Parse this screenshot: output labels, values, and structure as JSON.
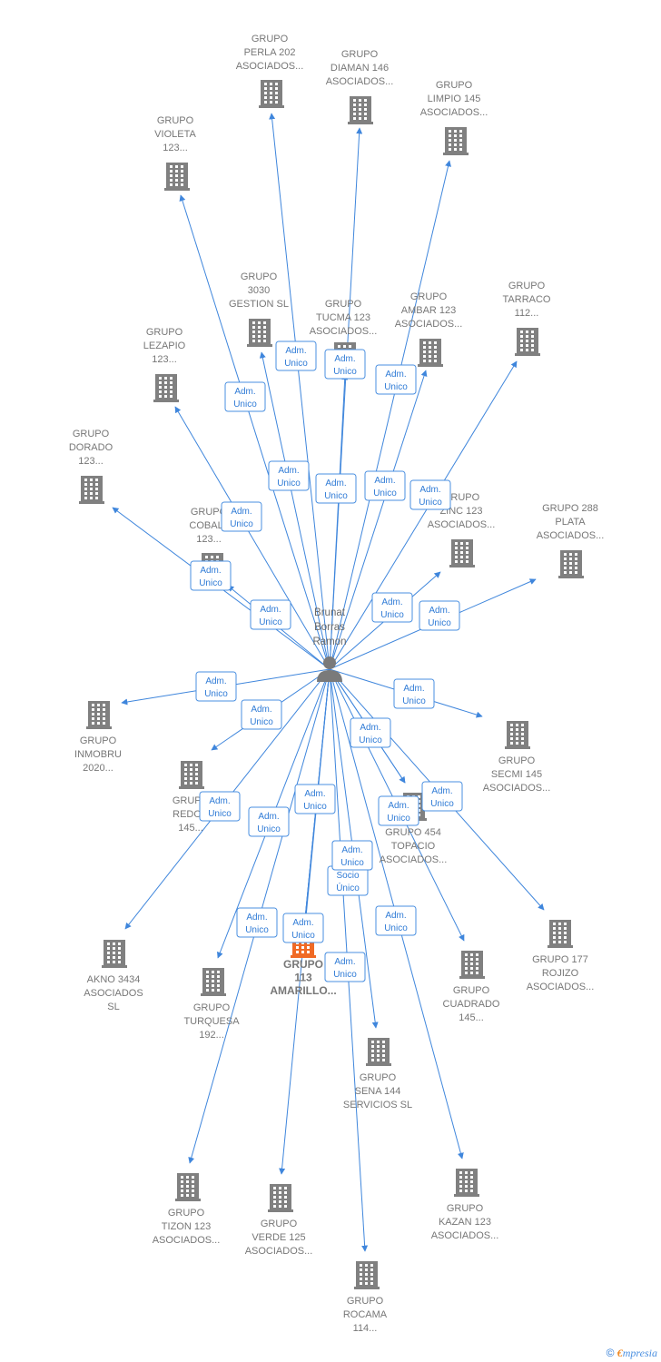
{
  "colors": {
    "edge": "#3f86dc",
    "building": "#808080",
    "highlight": "#f06a25",
    "person": "#7a7a7a"
  },
  "center": {
    "label": [
      "Brunat",
      "Borras",
      "Ramon"
    ]
  },
  "nodes": [
    {
      "id": "perla",
      "lines": [
        "GRUPO",
        "PERLA 202",
        "ASOCIADOS..."
      ]
    },
    {
      "id": "diaman",
      "lines": [
        "GRUPO",
        "DIAMAN 146",
        "ASOCIADOS..."
      ]
    },
    {
      "id": "limpio",
      "lines": [
        "GRUPO",
        "LIMPIO 145",
        "ASOCIADOS..."
      ]
    },
    {
      "id": "violeta",
      "lines": [
        "GRUPO",
        "VIOLETA",
        "123..."
      ]
    },
    {
      "id": "g3030",
      "lines": [
        "GRUPO",
        "3030",
        "GESTION  SL"
      ]
    },
    {
      "id": "tucma",
      "lines": [
        "GRUPO",
        "TUCMA 123",
        "ASOCIADOS..."
      ]
    },
    {
      "id": "ambar",
      "lines": [
        "GRUPO",
        "AMBAR 123",
        "ASOCIADOS..."
      ]
    },
    {
      "id": "tarraco",
      "lines": [
        "GRUPO",
        "TARRACO",
        "112..."
      ]
    },
    {
      "id": "lezapio",
      "lines": [
        "GRUPO",
        "LEZAPIO",
        "123..."
      ]
    },
    {
      "id": "dorado",
      "lines": [
        "GRUPO",
        "DORADO",
        "123..."
      ]
    },
    {
      "id": "cobalt",
      "lines": [
        "GRUPO",
        "COBALT",
        "123..."
      ]
    },
    {
      "id": "zinc",
      "lines": [
        "GRUPO",
        "ZINC 123",
        "ASOCIADOS..."
      ]
    },
    {
      "id": "plata",
      "lines": [
        "GRUPO 288",
        "PLATA",
        "ASOCIADOS..."
      ]
    },
    {
      "id": "inmobru",
      "lines": [
        "GRUPO",
        "INMOBRU",
        "2020..."
      ]
    },
    {
      "id": "secmi",
      "lines": [
        "GRUPO",
        "SECMI 145",
        "ASOCIADOS..."
      ]
    },
    {
      "id": "redon",
      "lines": [
        "GRUPO",
        "REDON",
        "145..."
      ]
    },
    {
      "id": "topacio",
      "lines": [
        "GRUPO 454",
        "TOPACIO",
        "ASOCIADOS..."
      ]
    },
    {
      "id": "akno",
      "lines": [
        "AKNO 3434",
        "ASOCIADOS",
        "SL"
      ]
    },
    {
      "id": "amarillo",
      "lines": [
        "GRUPO",
        "113",
        "AMARILLO..."
      ],
      "highlight": true
    },
    {
      "id": "rojizo",
      "lines": [
        "GRUPO 177",
        "ROJIZO",
        "ASOCIADOS..."
      ]
    },
    {
      "id": "turquesa",
      "lines": [
        "GRUPO",
        "TURQUESA",
        "192..."
      ]
    },
    {
      "id": "cuadrado",
      "lines": [
        "GRUPO",
        "CUADRADO",
        "145..."
      ]
    },
    {
      "id": "sena",
      "lines": [
        "GRUPO",
        "SENA 144",
        "SERVICIOS  SL"
      ]
    },
    {
      "id": "tizon",
      "lines": [
        "GRUPO",
        "TIZON 123",
        "ASOCIADOS..."
      ]
    },
    {
      "id": "verde",
      "lines": [
        "GRUPO",
        "VERDE 125",
        "ASOCIADOS..."
      ]
    },
    {
      "id": "kazan",
      "lines": [
        "GRUPO",
        "KAZAN 123",
        "ASOCIADOS..."
      ]
    },
    {
      "id": "rocama",
      "lines": [
        "GRUPO",
        "ROCAMA",
        "114..."
      ]
    }
  ],
  "relations": [
    {
      "target": "perla",
      "lines": [
        "Adm.",
        "Unico"
      ]
    },
    {
      "target": "diaman",
      "lines": [
        "Adm.",
        "Unico"
      ]
    },
    {
      "target": "limpio",
      "lines": [
        "Adm.",
        "Unico"
      ]
    },
    {
      "target": "violeta",
      "lines": [
        "Adm.",
        "Unico"
      ]
    },
    {
      "target": "g3030",
      "lines": [
        "Adm.",
        "Unico"
      ]
    },
    {
      "target": "tucma",
      "lines": [
        "Adm.",
        "Unico"
      ]
    },
    {
      "target": "ambar",
      "lines": [
        "Adm.",
        "Unico"
      ]
    },
    {
      "target": "tarraco",
      "lines": [
        "Adm.",
        "Unico"
      ]
    },
    {
      "target": "lezapio",
      "lines": [
        "Adm.",
        "Unico"
      ]
    },
    {
      "target": "dorado",
      "lines": [
        "Adm.",
        "Unico"
      ]
    },
    {
      "target": "cobalt",
      "lines": [
        "Adm.",
        "Unico"
      ]
    },
    {
      "target": "zinc",
      "lines": [
        "Adm.",
        "Unico"
      ]
    },
    {
      "target": "plata",
      "lines": [
        "Adm.",
        "Unico"
      ]
    },
    {
      "target": "inmobru",
      "lines": [
        "Adm.",
        "Unico"
      ]
    },
    {
      "target": "secmi",
      "lines": [
        "Adm.",
        "Unico"
      ]
    },
    {
      "target": "redon",
      "lines": [
        "Adm.",
        "Unico"
      ]
    },
    {
      "target": "topacio",
      "lines": [
        "Adm.",
        "Unico"
      ]
    },
    {
      "target": "topacio",
      "lines": [
        "Adm.",
        "Unico"
      ]
    },
    {
      "target": "akno",
      "lines": [
        "Adm.",
        "Unico"
      ]
    },
    {
      "target": "amarillo",
      "lines": [
        "Adm.",
        "Unico"
      ]
    },
    {
      "target": "amarillo",
      "lines": [
        "Adm.",
        "Unico"
      ]
    },
    {
      "target": "amarillo",
      "lines": [
        "Socio",
        "Único"
      ]
    },
    {
      "target": "rojizo",
      "lines": [
        "Adm.",
        "Unico"
      ]
    },
    {
      "target": "turquesa",
      "lines": [
        "Adm.",
        "Unico"
      ]
    },
    {
      "target": "cuadrado",
      "lines": [
        "Adm.",
        "Unico"
      ]
    },
    {
      "target": "sena",
      "lines": [
        "Adm.",
        "Unico"
      ]
    },
    {
      "target": "tizon",
      "lines": [
        "Adm.",
        "Unico"
      ]
    },
    {
      "target": "verde",
      "lines": [
        "Adm.",
        "Unico"
      ]
    },
    {
      "target": "kazan",
      "lines": [
        "Adm.",
        "Unico"
      ]
    },
    {
      "target": "rocama",
      "lines": [
        "Adm.",
        "Unico"
      ]
    }
  ],
  "footer": {
    "copyright": "©",
    "brand_e": "€",
    "brand_rest": "mpresia"
  }
}
